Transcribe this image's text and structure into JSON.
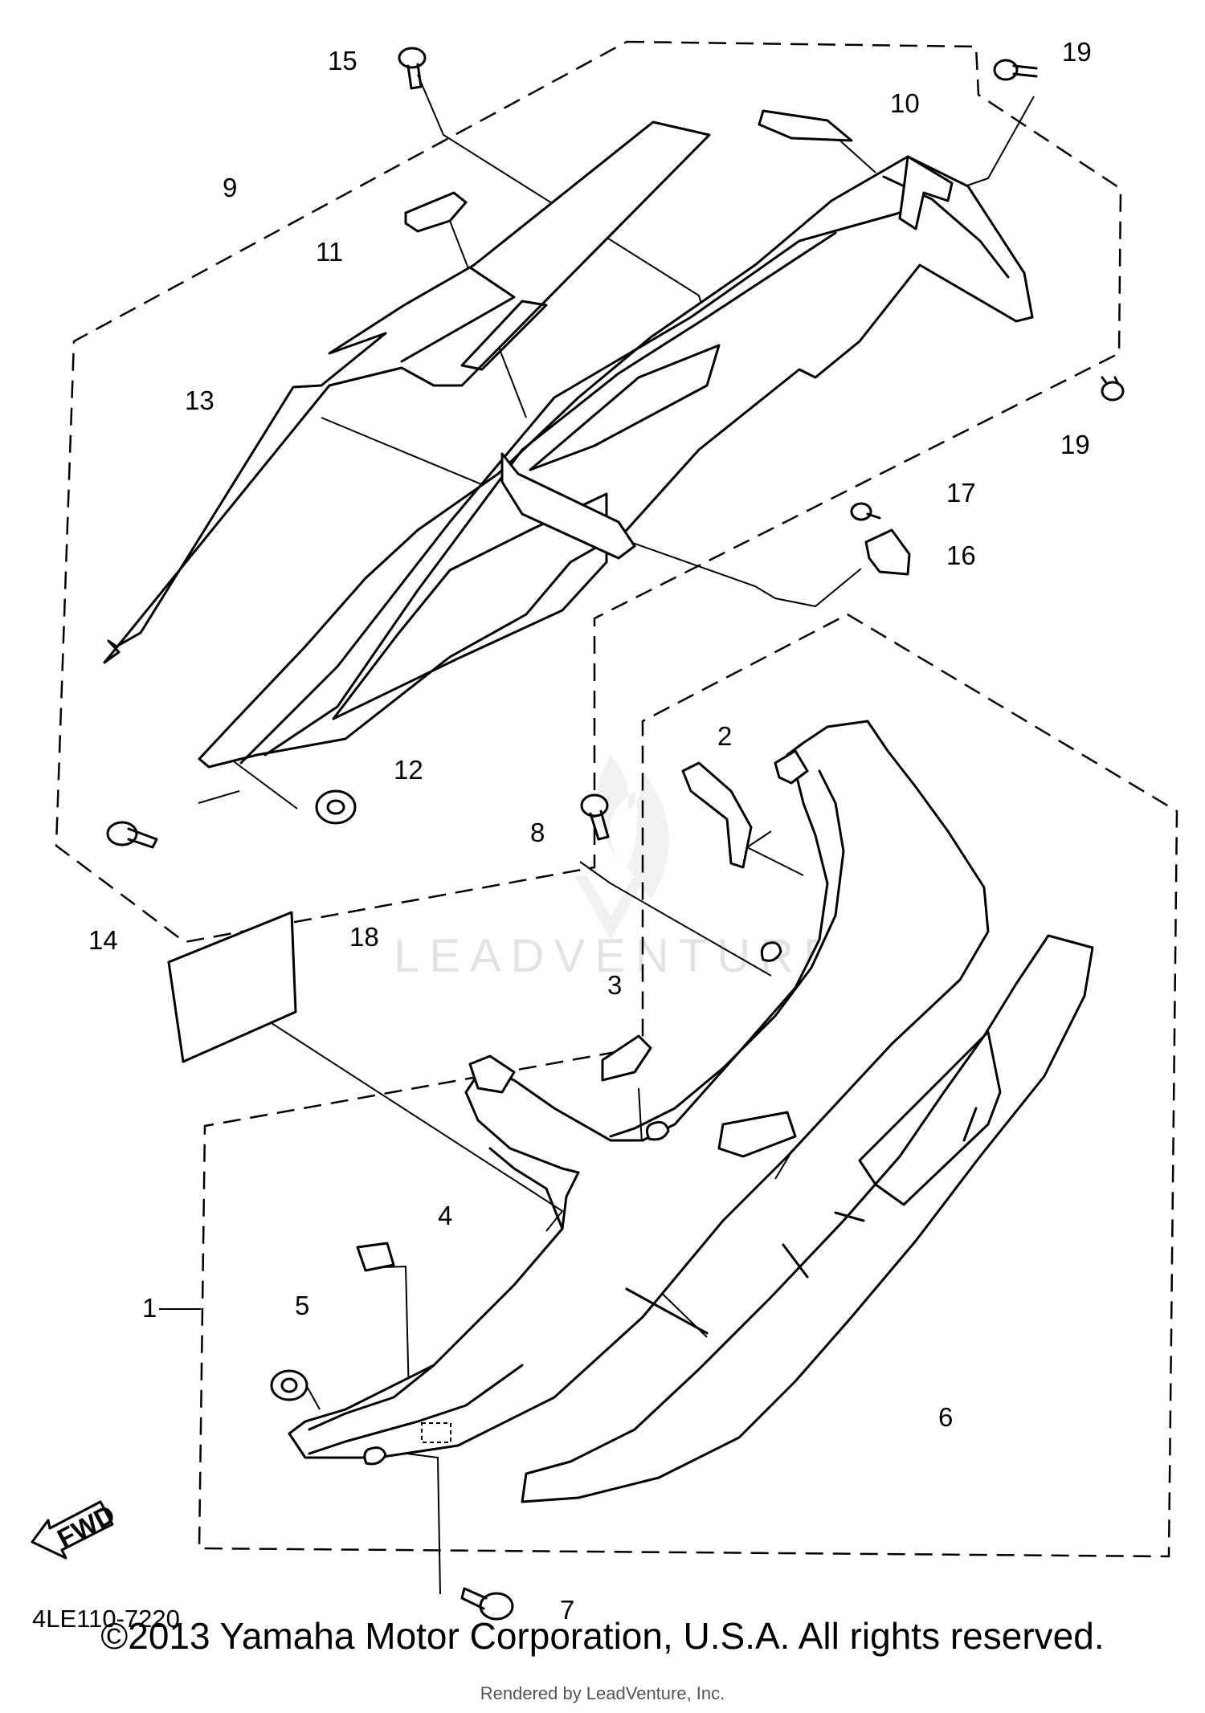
{
  "diagram": {
    "callouts": [
      "1",
      "2",
      "3",
      "4",
      "5",
      "6",
      "7",
      "8",
      "9",
      "10",
      "11",
      "12",
      "13",
      "14",
      "15",
      "16",
      "17",
      "18",
      "19",
      "19"
    ],
    "figure_code": "4LE110-7220",
    "fwd_label": "FWD",
    "watermark": "LEADVENTURE",
    "copyright": "©2013 Yamaha Motor Corporation, U.S.A. All rights reserved.",
    "rendered_by": "Rendered by LeadVenture, Inc."
  }
}
